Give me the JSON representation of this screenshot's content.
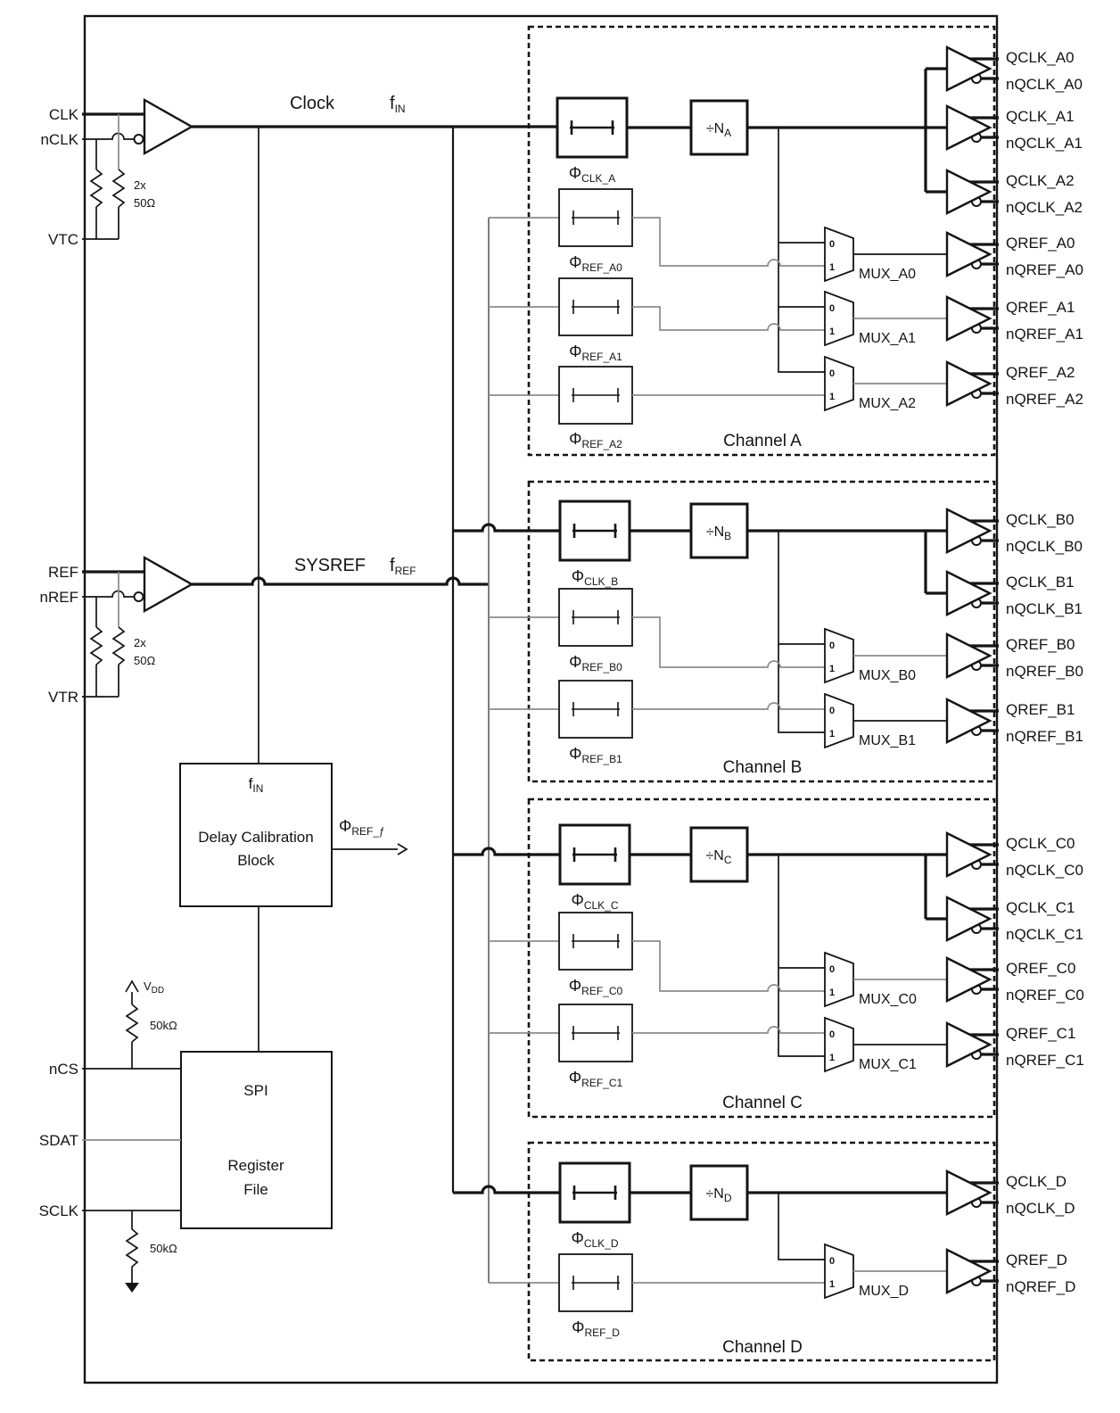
{
  "pins": {
    "clk": "CLK",
    "nclk": "nCLK",
    "vtc": "VTC",
    "ref": "REF",
    "nref": "nREF",
    "vtr": "VTR",
    "ncs": "nCS",
    "sdat": "SDAT",
    "sclk": "SCLK"
  },
  "input_term": {
    "count": "2x",
    "value": "50Ω"
  },
  "clock_path": {
    "title": "Clock",
    "f_main": "f",
    "f_sub": "IN"
  },
  "sysref_path": {
    "title": "SYSREF",
    "f_main": "f",
    "f_sub": "REF"
  },
  "delay_cal": {
    "fin_main": "f",
    "fin_sub": "IN",
    "line1": "Delay Calibration",
    "line2": "Block",
    "out_main": "Φ",
    "out_sub": "REF_ƒ"
  },
  "spi": {
    "title": "SPI",
    "line1": "Register",
    "line2": "File",
    "vdd_main": "V",
    "vdd_sub": "DD",
    "pullup": "50kΩ",
    "pulldown": "50kΩ"
  },
  "mux_sel": {
    "zero": "0",
    "one": "1"
  },
  "channels": [
    {
      "name": "Channel A",
      "phi_clk": {
        "main": "Φ",
        "sub": "CLK_A"
      },
      "divider": {
        "main": "÷N",
        "sub": "A"
      },
      "ref_delays": [
        {
          "main": "Φ",
          "sub": "REF_A0"
        },
        {
          "main": "Φ",
          "sub": "REF_A1"
        },
        {
          "main": "Φ",
          "sub": "REF_A2"
        }
      ],
      "muxes": [
        "MUX_A0",
        "MUX_A1",
        "MUX_A2"
      ],
      "clk_out": [
        {
          "p": "QCLK_A0",
          "n": "nQCLK_A0"
        },
        {
          "p": "QCLK_A1",
          "n": "nQCLK_A1"
        },
        {
          "p": "QCLK_A2",
          "n": "nQCLK_A2"
        }
      ],
      "ref_out": [
        {
          "p": "QREF_A0",
          "n": "nQREF_A0"
        },
        {
          "p": "QREF_A1",
          "n": "nQREF_A1"
        },
        {
          "p": "QREF_A2",
          "n": "nQREF_A2"
        }
      ]
    },
    {
      "name": "Channel B",
      "phi_clk": {
        "main": "Φ",
        "sub": "CLK_B"
      },
      "divider": {
        "main": "÷N",
        "sub": "B"
      },
      "ref_delays": [
        {
          "main": "Φ",
          "sub": "REF_B0"
        },
        {
          "main": "Φ",
          "sub": "REF_B1"
        }
      ],
      "muxes": [
        "MUX_B0",
        "MUX_B1"
      ],
      "clk_out": [
        {
          "p": "QCLK_B0",
          "n": "nQCLK_B0"
        },
        {
          "p": "QCLK_B1",
          "n": "nQCLK_B1"
        }
      ],
      "ref_out": [
        {
          "p": "QREF_B0",
          "n": "nQREF_B0"
        },
        {
          "p": "QREF_B1",
          "n": "nQREF_B1"
        }
      ]
    },
    {
      "name": "Channel C",
      "phi_clk": {
        "main": "Φ",
        "sub": "CLK_C"
      },
      "divider": {
        "main": "÷N",
        "sub": "C"
      },
      "ref_delays": [
        {
          "main": "Φ",
          "sub": "REF_C0"
        },
        {
          "main": "Φ",
          "sub": "REF_C1"
        }
      ],
      "muxes": [
        "MUX_C0",
        "MUX_C1"
      ],
      "clk_out": [
        {
          "p": "QCLK_C0",
          "n": "nQCLK_C0"
        },
        {
          "p": "QCLK_C1",
          "n": "nQCLK_C1"
        }
      ],
      "ref_out": [
        {
          "p": "QREF_C0",
          "n": "nQREF_C0"
        },
        {
          "p": "QREF_C1",
          "n": "nQREF_C1"
        }
      ]
    },
    {
      "name": "Channel D",
      "phi_clk": {
        "main": "Φ",
        "sub": "CLK_D"
      },
      "divider": {
        "main": "÷N",
        "sub": "D"
      },
      "ref_delays": [
        {
          "main": "Φ",
          "sub": "REF_D"
        }
      ],
      "muxes": [
        "MUX_D"
      ],
      "clk_out": [
        {
          "p": "QCLK_D",
          "n": "nQCLK_D"
        }
      ],
      "ref_out": [
        {
          "p": "QREF_D",
          "n": "nQREF_D"
        }
      ]
    }
  ]
}
